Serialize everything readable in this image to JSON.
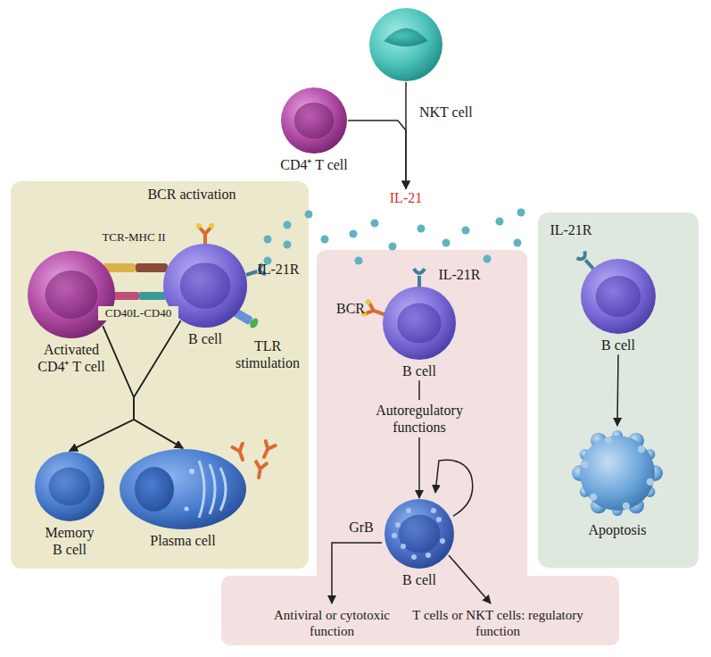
{
  "diagram": {
    "nodes": [
      {
        "text": [
          "NKT cell"
        ]
      },
      {
        "text": [
          "CD4⁺ T cell"
        ]
      },
      {
        "text": [
          "IL-21"
        ]
      },
      {
        "text": [
          "Activated CD4⁺ T cell"
        ]
      },
      {
        "text": [
          "B cell"
        ]
      },
      {
        "text": [
          "Memory B cell"
        ]
      },
      {
        "text": [
          "Plasma cell"
        ]
      },
      {
        "text": [
          "B cell"
        ]
      },
      {
        "text": [
          "B cell"
        ]
      },
      {
        "text": [
          "B cell"
        ]
      },
      {
        "text": [
          "Apoptosis"
        ]
      }
    ],
    "edges": [
      {
        "from": 1,
        "to": 2,
        "arrow": "to"
      },
      {
        "from": 0,
        "to": 2,
        "arrow": "to"
      },
      {
        "from": 3,
        "to": 5,
        "arrow": "to"
      },
      {
        "from": 3,
        "to": 6,
        "arrow": "to"
      },
      {
        "from": 4,
        "to": 5,
        "arrow": "to"
      },
      {
        "from": 4,
        "to": 6,
        "arrow": "to"
      },
      {
        "from": 7,
        "to": 8,
        "label": "Autoregulatory functions",
        "arrow": "to"
      },
      {
        "from": 9,
        "to": 10,
        "arrow": "to"
      }
    ],
    "labels": [
      "BCR activation",
      "TCR-MHC II",
      "CD40L-CD40",
      "IL-21R",
      "TLR stimulation",
      "BCR",
      "IL-21R",
      "GrB",
      "Antiviral or cytotoxic function",
      "T cells or NKT cells: regulatory function",
      "IL-21R"
    ]
  }
}
